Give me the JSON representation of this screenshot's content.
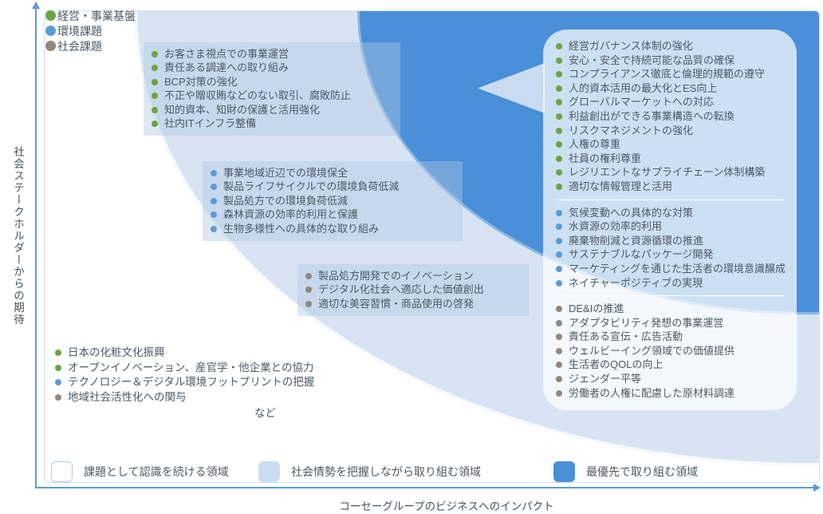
{
  "palette": {
    "accent_dark_blue": "#4a8fd8",
    "accent_mid_blue": "#d8e4f3",
    "callout_fill": "#c9dcf2",
    "bullet_green": "#6ba53f",
    "bullet_blue": "#5b9bd5",
    "bullet_brown": "#90887a",
    "axis_blue": "#5b9bd5",
    "text": "#4d5965"
  },
  "category_legend": {
    "items": [
      {
        "label": "経営・事業基盤",
        "color": "green"
      },
      {
        "label": "環境課題",
        "color": "blue"
      },
      {
        "label": "社会課題",
        "color": "brown"
      }
    ]
  },
  "axes": {
    "y_label": "社会ステークホルダーからの期待",
    "x_label": "コーセーグループのビジネスへのインパクト"
  },
  "boxes": {
    "management_base": {
      "items": [
        "お客さま視点での事業運営",
        "責任ある調達への取り組み",
        "BCP対策の強化",
        "不正や贈収賄などのない取引、腐敗防止",
        "知的資本、知財の保護と活用強化",
        "社内ITインフラ整備"
      ]
    },
    "environment_mid": {
      "items": [
        "事業地域近辺での環境保全",
        "製品ライフサイクルでの環境負荷低減",
        "製品処方での環境負荷低減",
        "森林資源の効率的利用と保護",
        "生物多様性への具体的な取り組み"
      ]
    },
    "innovation": {
      "items": [
        "製品処方開発でのイノベーション",
        "デジタル化社会へ適応した価値創出",
        "適切な美容習慣・商品使用の啓発"
      ]
    },
    "bottom_left": {
      "items": [
        {
          "label": "日本の化粧文化振興",
          "color": "green"
        },
        {
          "label": "オープンイノベーション、産官学・他企業との協力",
          "color": "green"
        },
        {
          "label": "テクノロジー＆デジタル環境フットプリントの把握",
          "color": "blue"
        },
        {
          "label": "地域社会活性化への関与",
          "color": "brown"
        }
      ],
      "suffix": "など"
    },
    "priority": {
      "management_items": [
        "経営ガバナンス体制の強化",
        "安心・安全で持続可能な品質の確保",
        "コンプライアンス徹底と倫理的規範の遵守",
        "人的資本活用の最大化とES向上",
        "グローバルマーケットへの対応",
        "利益創出ができる事業構造への転換",
        "リスクマネジメントの強化",
        "人権の尊重",
        "社員の権利尊重",
        "レジリエントなサプライチェーン体制構築",
        "適切な情報管理と活用"
      ],
      "environment_items": [
        "気候変動への具体的な対策",
        "水資源の効率的利用",
        "廃棄物削減と資源循環の推進",
        "サステナブルなパッケージ開発",
        "マーケティングを通じた生活者の環境意識醸成",
        "ネイチャーポジティブの実現"
      ],
      "social_items": [
        "DE&Iの推進",
        "アダプタビリティ発想の事業運営",
        "責任ある宣伝・広告活動",
        "ウェルビーイング領域での価値提供",
        "生活者のQOLの向上",
        "ジェンダー平等",
        "労働者の人権に配慮した原材料調達"
      ]
    }
  },
  "area_legend": {
    "items": [
      {
        "label": "課題として認識を続ける領域",
        "swatch": "white"
      },
      {
        "label": "社会情勢を把握しながら取り組む領域",
        "swatch": "light"
      },
      {
        "label": "最優先で取り組む領域",
        "swatch": "dark"
      }
    ]
  }
}
